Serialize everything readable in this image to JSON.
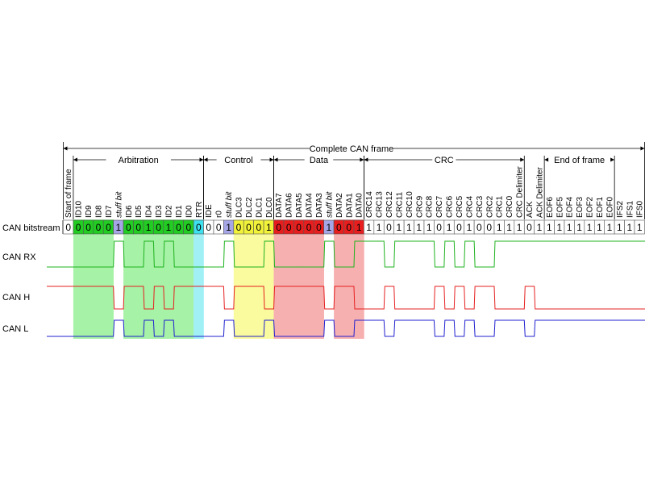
{
  "frame_title": "Complete CAN frame",
  "sections": [
    {
      "name": "arbitration",
      "label": "Arbitration"
    },
    {
      "name": "control",
      "label": "Control"
    },
    {
      "name": "data",
      "label": "Data"
    },
    {
      "name": "crc",
      "label": "CRC"
    },
    {
      "name": "end-of-frame",
      "label": "End of frame"
    }
  ],
  "row_labels": {
    "bitstream": "CAN bitstream",
    "rx": "CAN RX",
    "h": "CAN H",
    "l": "CAN L"
  },
  "fields": [
    {
      "label": "Start of frame",
      "bit": "0",
      "group": "none",
      "italic": false
    },
    {
      "label": "ID10",
      "bit": "0",
      "group": "arbitration",
      "italic": false
    },
    {
      "label": "ID9",
      "bit": "0",
      "group": "arbitration",
      "italic": false
    },
    {
      "label": "ID8",
      "bit": "0",
      "group": "arbitration",
      "italic": false
    },
    {
      "label": "ID7",
      "bit": "0",
      "group": "arbitration",
      "italic": false
    },
    {
      "label": "stuff bit",
      "bit": "1",
      "group": "stuff",
      "italic": true
    },
    {
      "label": "ID6",
      "bit": "0",
      "group": "arbitration",
      "italic": false
    },
    {
      "label": "ID5",
      "bit": "0",
      "group": "arbitration",
      "italic": false
    },
    {
      "label": "ID4",
      "bit": "1",
      "group": "arbitration",
      "italic": false
    },
    {
      "label": "ID3",
      "bit": "0",
      "group": "arbitration",
      "italic": false
    },
    {
      "label": "ID2",
      "bit": "1",
      "group": "arbitration",
      "italic": false
    },
    {
      "label": "ID1",
      "bit": "0",
      "group": "arbitration",
      "italic": false
    },
    {
      "label": "ID0",
      "bit": "0",
      "group": "arbitration",
      "italic": false
    },
    {
      "label": "RTR",
      "bit": "0",
      "group": "rtr",
      "italic": false
    },
    {
      "label": "IDE",
      "bit": "0",
      "group": "none",
      "italic": false
    },
    {
      "label": "r0",
      "bit": "0",
      "group": "none",
      "italic": false
    },
    {
      "label": "stuff bit",
      "bit": "1",
      "group": "stuff",
      "italic": true
    },
    {
      "label": "DLC3",
      "bit": "0",
      "group": "control",
      "italic": false
    },
    {
      "label": "DLC2",
      "bit": "0",
      "group": "control",
      "italic": false
    },
    {
      "label": "DLC1",
      "bit": "0",
      "group": "control",
      "italic": false
    },
    {
      "label": "DLC0",
      "bit": "1",
      "group": "control",
      "italic": false
    },
    {
      "label": "DATA7",
      "bit": "0",
      "group": "data",
      "italic": false
    },
    {
      "label": "DATA6",
      "bit": "0",
      "group": "data",
      "italic": false
    },
    {
      "label": "DATA5",
      "bit": "0",
      "group": "data",
      "italic": false
    },
    {
      "label": "DATA4",
      "bit": "0",
      "group": "data",
      "italic": false
    },
    {
      "label": "DATA3",
      "bit": "0",
      "group": "data",
      "italic": false
    },
    {
      "label": "stuff bit",
      "bit": "1",
      "group": "stuff",
      "italic": true
    },
    {
      "label": "DATA2",
      "bit": "0",
      "group": "data",
      "italic": false
    },
    {
      "label": "DATA1",
      "bit": "0",
      "group": "data",
      "italic": false
    },
    {
      "label": "DATA0",
      "bit": "1",
      "group": "data",
      "italic": false
    },
    {
      "label": "CRC14",
      "bit": "1",
      "group": "none",
      "italic": false
    },
    {
      "label": "CRC13",
      "bit": "1",
      "group": "none",
      "italic": false
    },
    {
      "label": "CRC12",
      "bit": "0",
      "group": "none",
      "italic": false
    },
    {
      "label": "CRC11",
      "bit": "1",
      "group": "none",
      "italic": false
    },
    {
      "label": "CRC10",
      "bit": "1",
      "group": "none",
      "italic": false
    },
    {
      "label": "CRC9",
      "bit": "1",
      "group": "none",
      "italic": false
    },
    {
      "label": "CRC8",
      "bit": "1",
      "group": "none",
      "italic": false
    },
    {
      "label": "CRC7",
      "bit": "0",
      "group": "none",
      "italic": false
    },
    {
      "label": "CRC6",
      "bit": "1",
      "group": "none",
      "italic": false
    },
    {
      "label": "CRC5",
      "bit": "0",
      "group": "none",
      "italic": false
    },
    {
      "label": "CRC4",
      "bit": "1",
      "group": "none",
      "italic": false
    },
    {
      "label": "CRC3",
      "bit": "0",
      "group": "none",
      "italic": false
    },
    {
      "label": "CRC2",
      "bit": "0",
      "group": "none",
      "italic": false
    },
    {
      "label": "CRC1",
      "bit": "1",
      "group": "none",
      "italic": false
    },
    {
      "label": "CRC0",
      "bit": "1",
      "group": "none",
      "italic": false
    },
    {
      "label": "CRC Delimiter",
      "bit": "1",
      "group": "none",
      "italic": false
    },
    {
      "label": "ACK",
      "bit": "0",
      "group": "none",
      "italic": false
    },
    {
      "label": "ACK Delimiter",
      "bit": "1",
      "group": "none",
      "italic": false
    },
    {
      "label": "EOF6",
      "bit": "1",
      "group": "none",
      "italic": false
    },
    {
      "label": "EOF5",
      "bit": "1",
      "group": "none",
      "italic": false
    },
    {
      "label": "EOF4",
      "bit": "1",
      "group": "none",
      "italic": false
    },
    {
      "label": "EOF3",
      "bit": "1",
      "group": "none",
      "italic": false
    },
    {
      "label": "EOF2",
      "bit": "1",
      "group": "none",
      "italic": false
    },
    {
      "label": "EOF1",
      "bit": "1",
      "group": "none",
      "italic": false
    },
    {
      "label": "EOF0",
      "bit": "1",
      "group": "none",
      "italic": false
    },
    {
      "label": "IFS2",
      "bit": "1",
      "group": "none",
      "italic": false
    },
    {
      "label": "IFS1",
      "bit": "1",
      "group": "none",
      "italic": false
    },
    {
      "label": "IFS0",
      "bit": "1",
      "group": "none",
      "italic": false
    }
  ],
  "colors": {
    "arbitration_light": "#a6f2a6",
    "arbitration_cell": "#22cc22",
    "rtr_light": "#a0f0f6",
    "rtr_cell": "#3ce0ee",
    "control_light": "#fafa9e",
    "control_cell": "#f2f23a",
    "data_light": "#f7b0b0",
    "data_cell": "#e81e1e",
    "stuff_light": "#c7c7ee",
    "stuff_cell": "#a6a6e6",
    "rx_trace": "#1fb31f",
    "h_trace": "#e62020",
    "l_trace": "#2020d0"
  }
}
